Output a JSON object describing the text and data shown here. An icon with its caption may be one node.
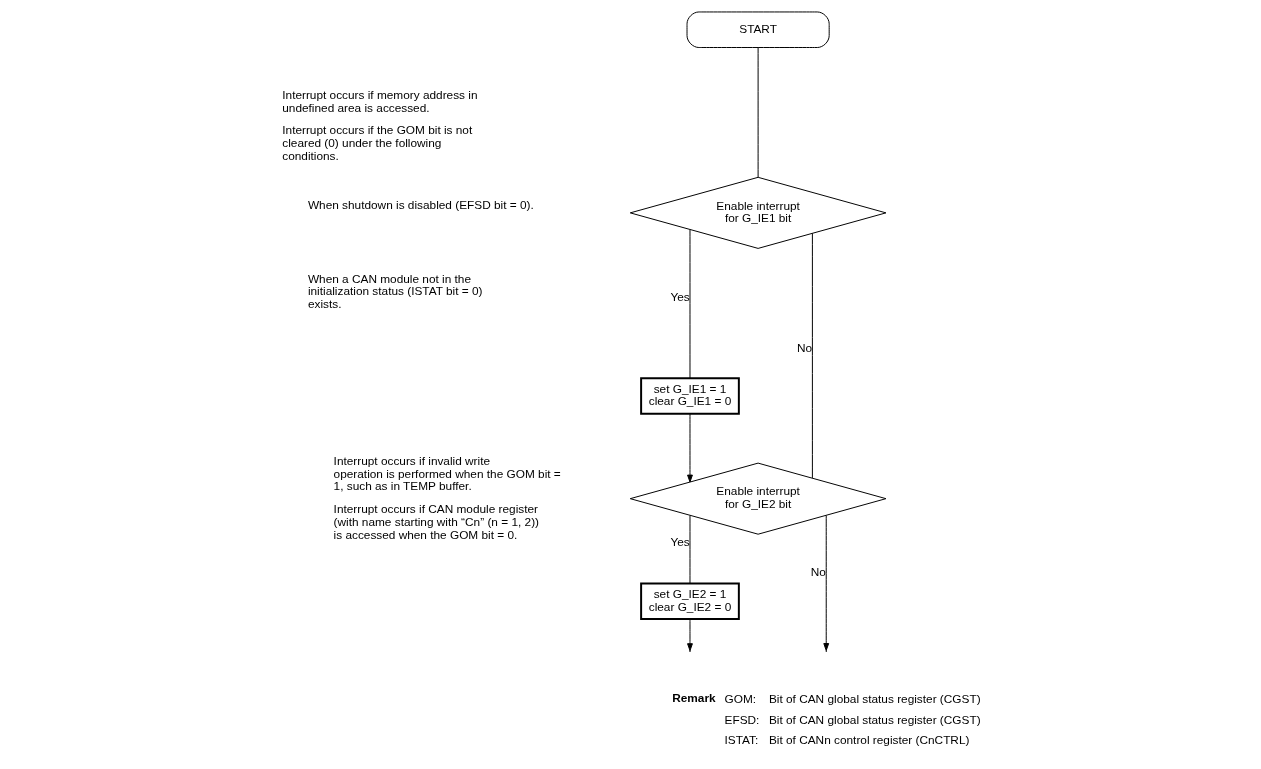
{
  "diagram": {
    "nodes": [
      {
        "text": [
          "START"
        ]
      },
      {
        "text": [
          "Enable interrupt for G_IE1 bit"
        ]
      },
      {
        "text": [
          "set G_IE1 = 1 clear G_IE1 = 0"
        ]
      },
      {
        "text": [
          "Enable interrupt for G_IE2 bit"
        ]
      },
      {
        "text": [
          "set G_IE2 = 1 clear G_IE2 = 0"
        ]
      }
    ],
    "edges": [
      {
        "from": 0,
        "to": 1,
        "arrow": "none"
      },
      {
        "from": 1,
        "to": 2,
        "arrow": "none",
        "label": "Yes"
      },
      {
        "from": 1,
        "to": 3,
        "arrow": "none",
        "label": "No"
      },
      {
        "from": 2,
        "to": 3,
        "arrow": "to"
      },
      {
        "from": 3,
        "to": 4,
        "arrow": "none",
        "label": "Yes"
      },
      {
        "from": 3,
        "to": null,
        "arrow": "to",
        "label": "No"
      },
      {
        "from": 4,
        "to": null,
        "arrow": "to"
      }
    ],
    "labels": [
      "Interrupt occurs if memory address in undefined area is accessed.",
      "Interrupt occurs if the GOM bit is not cleared (0) under the following conditions.",
      "When shutdown is disabled (EFSD bit = 0).",
      "When a CAN module not in the initialization status (ISTAT bit = 0) exists.",
      "Interrupt occurs if invalid write operation is performed when the GOM bit = 1, such as in TEMP buffer.",
      "Interrupt occurs if CAN module register (with name starting with “Cn” (n = 1, 2)) is accessed when the GOM bit = 0.",
      "Remark",
      "GOM:",
      "Bit of CAN global status register (CGST)",
      "EFSD:",
      "Bit of CAN global status register (CGST)",
      "ISTAT:",
      "Bit of CANn control register (CnCTRL)"
    ]
  }
}
